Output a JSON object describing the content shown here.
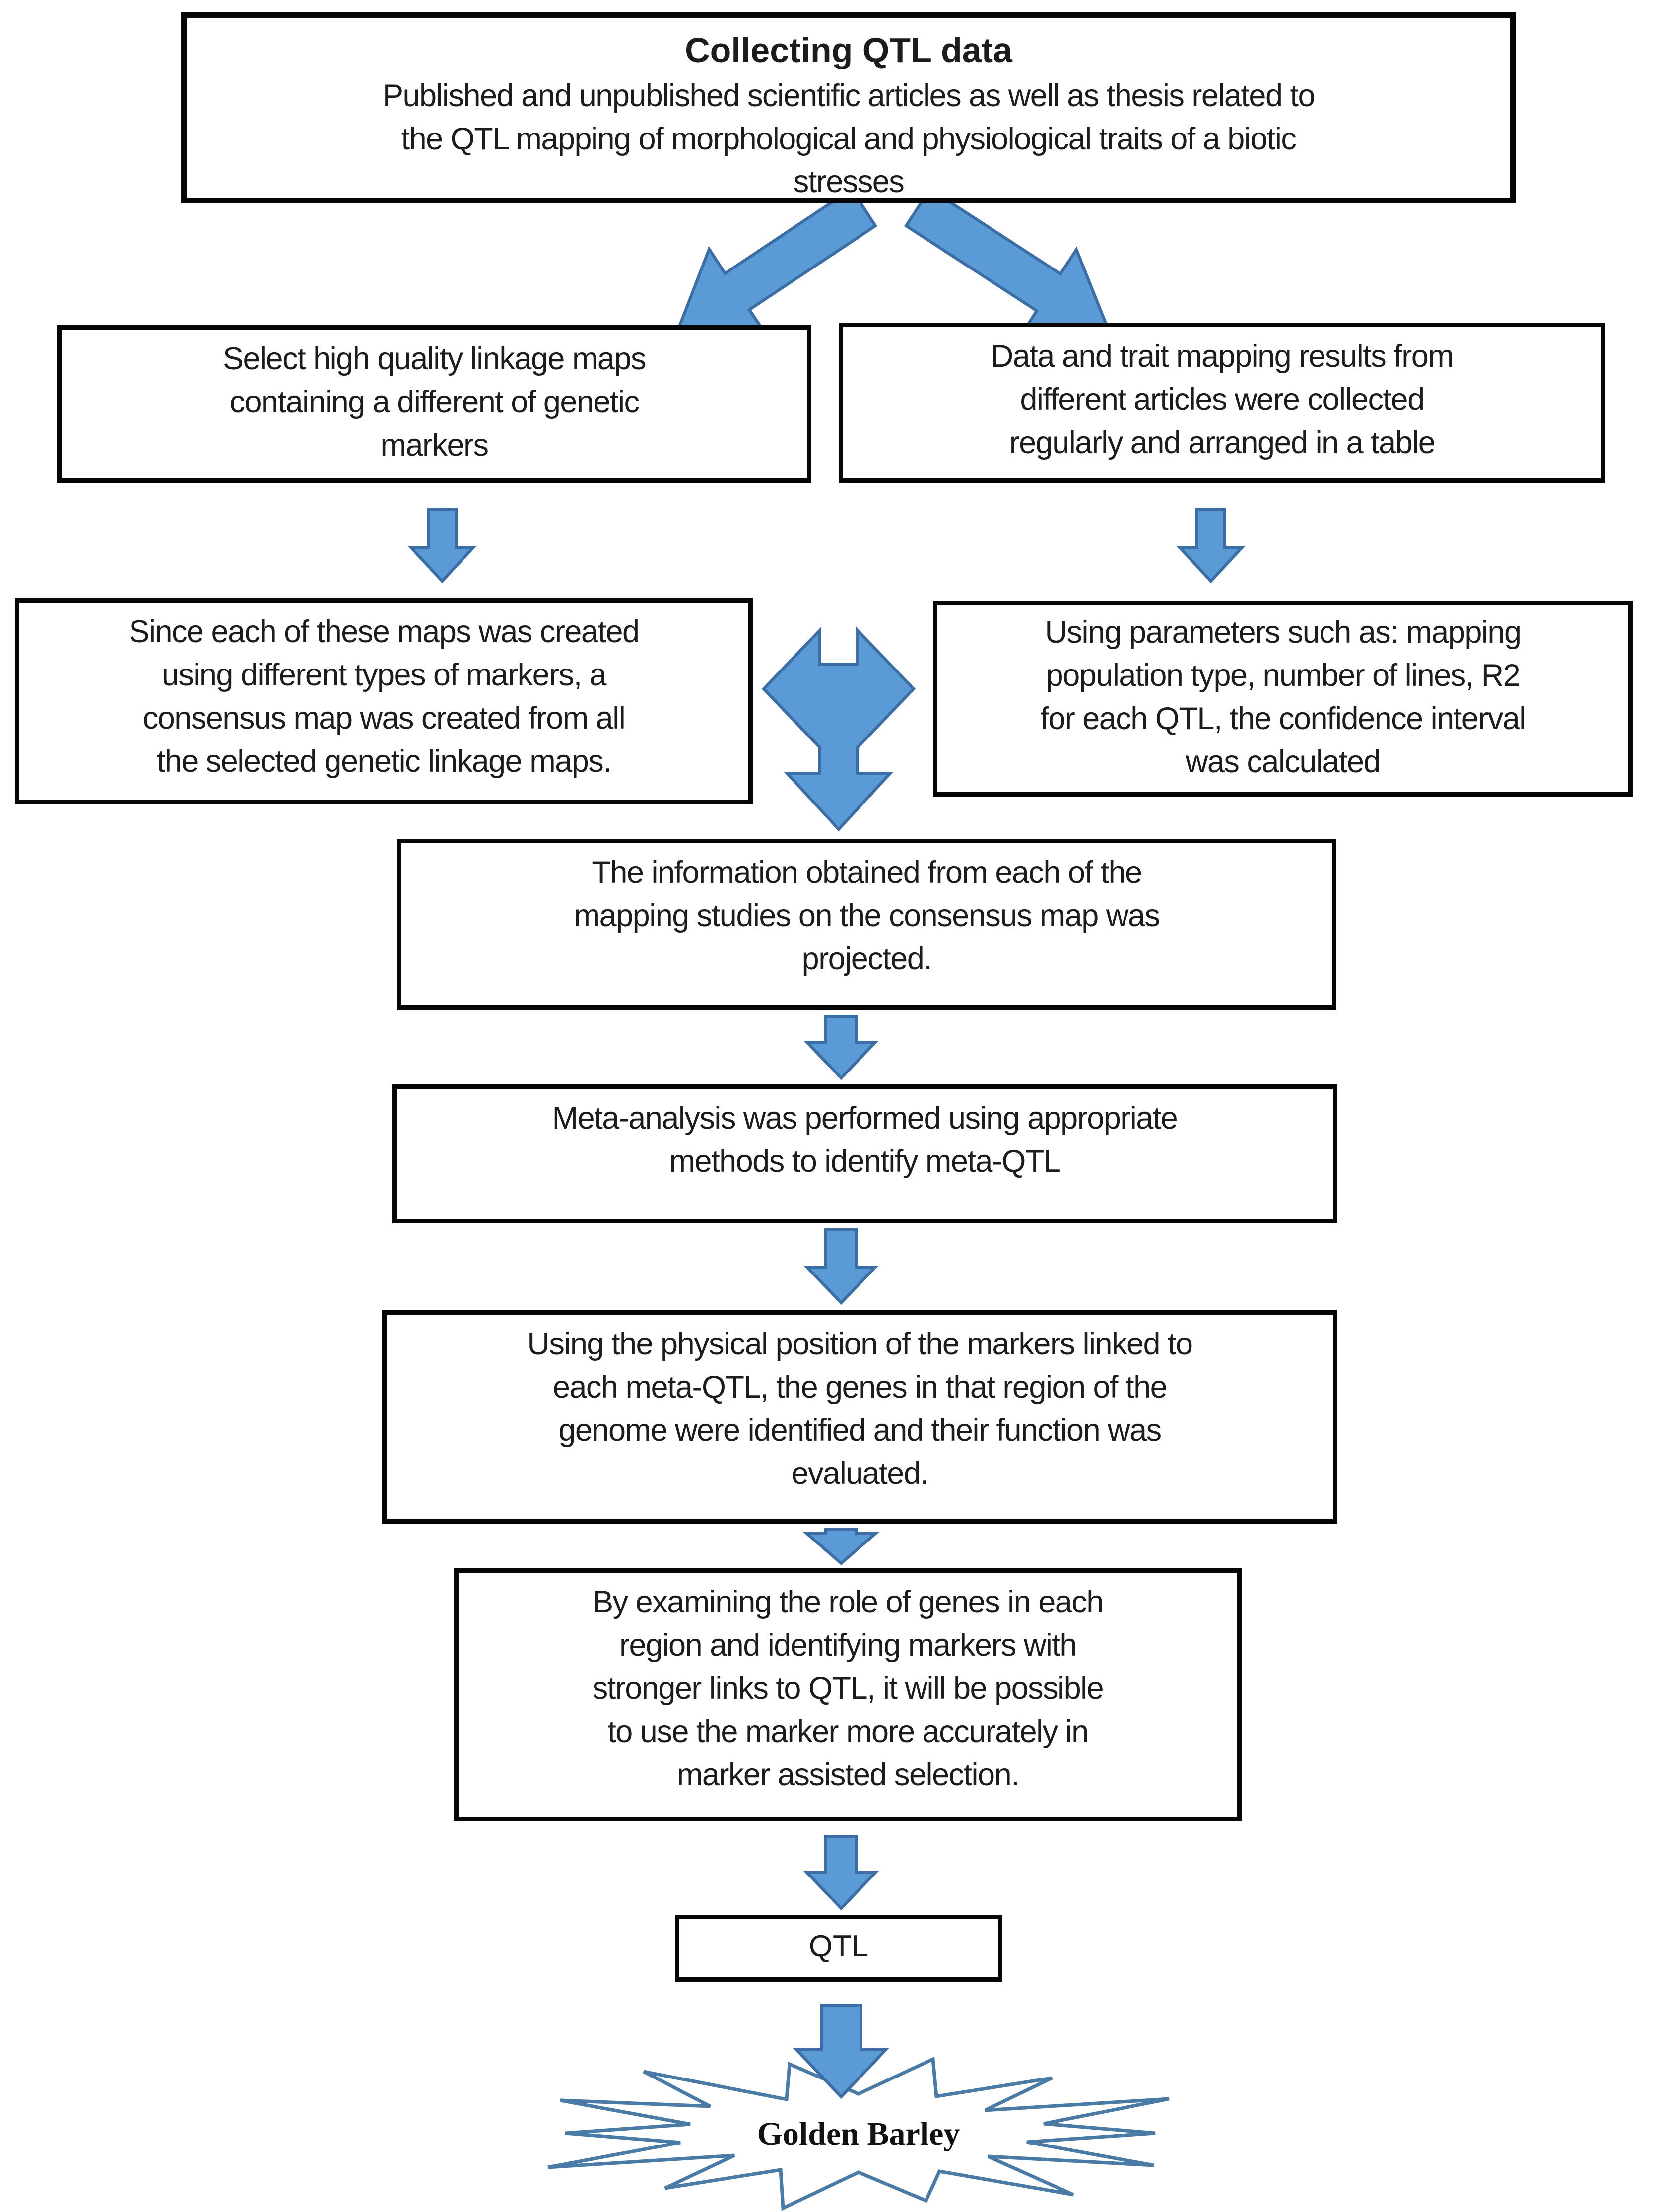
{
  "flowchart": {
    "top_box": {
      "title": "Collecting QTL data",
      "body": [
        "Published and unpublished scientific articles as well as thesis related to",
        "the QTL mapping of morphological and physiological traits of a biotic",
        "stresses"
      ]
    },
    "boxes": {
      "select_maps": {
        "lines": [
          "Select high quality linkage maps",
          "containing a different of genetic",
          "markers"
        ]
      },
      "data_collected": {
        "lines": [
          "Data and trait mapping results from",
          "different articles were collected",
          "regularly and arranged in a table"
        ]
      },
      "consensus_map": {
        "lines": [
          "Since each of these maps was created",
          "using different types of markers, a",
          "consensus map was created from all",
          "the selected genetic linkage maps."
        ]
      },
      "parameters": {
        "lines": [
          "Using parameters such as: mapping",
          "population type, number of lines, R2",
          "for each QTL, the confidence interval",
          "was calculated"
        ]
      },
      "projection": {
        "lines": [
          "The information obtained from each of the",
          "mapping studies on the consensus map was",
          "projected."
        ]
      },
      "meta_analysis": {
        "lines": [
          "Meta-analysis was performed using appropriate",
          "methods to identify meta-QTL"
        ]
      },
      "gene_function": {
        "lines": [
          "Using the physical position of the markers linked to",
          "each meta-QTL, the genes in that region of the",
          "genome were identified and their function was",
          "evaluated."
        ]
      },
      "marker_selection": {
        "lines": [
          "By examining the role of genes in each",
          "region and identifying markers with",
          "stronger links to QTL, it will be possible",
          "to use the marker more accurately in",
          "marker assisted selection."
        ]
      },
      "qtl": {
        "label": "QTL"
      }
    },
    "result": {
      "label": "Golden Barley"
    },
    "colors": {
      "arrow_fill": "#5b9bd5",
      "arrow_stroke": "#3c6ea5",
      "burst_stroke": "#4a7ba6",
      "burst_fill": "#ffffff",
      "box_border": "#060606"
    },
    "connections": [
      {
        "from": "collecting-qtl-data",
        "to": "select-linkage-maps",
        "direction": "diagonal-down-left"
      },
      {
        "from": "collecting-qtl-data",
        "to": "data-trait-results",
        "direction": "diagonal-down-right"
      },
      {
        "from": "select-linkage-maps",
        "to": "consensus-map",
        "direction": "down"
      },
      {
        "from": "data-trait-results",
        "to": "parameters-calculated",
        "direction": "down"
      },
      {
        "from": "consensus-map",
        "to": "parameters-calculated",
        "direction": "both-horizontal-and-down-to-projection"
      },
      {
        "from": "projection",
        "to": "meta-analysis",
        "direction": "down"
      },
      {
        "from": "meta-analysis",
        "to": "gene-function",
        "direction": "down"
      },
      {
        "from": "gene-function",
        "to": "marker-selection",
        "direction": "down"
      },
      {
        "from": "marker-selection",
        "to": "qtl",
        "direction": "down"
      },
      {
        "from": "qtl",
        "to": "golden-barley",
        "direction": "down"
      }
    ]
  }
}
